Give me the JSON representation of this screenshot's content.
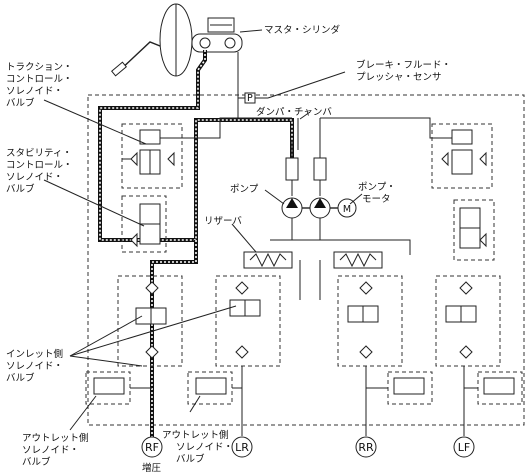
{
  "labels": {
    "master_cylinder": "マスタ・シリンダ",
    "brake_fluid_pressure_sensor": [
      "ブレーキ・フルード・",
      "プレッシャ・センサ"
    ],
    "sensor_symbol": "P",
    "traction_control_valve": [
      "トラクション・",
      "コントロール・",
      "ソレノイド・",
      "バルブ"
    ],
    "stability_control_valve": [
      "スタビリティ・",
      "コントロール・",
      "ソレノイド・",
      "バルブ"
    ],
    "damper_chamber": "ダンパ・チャンバ",
    "pump": "ポンプ",
    "pump_motor": [
      "ポンプ・",
      "モータ"
    ],
    "motor_symbol": "M",
    "reservoir": "リザーバ",
    "inlet_valve": [
      "インレット側",
      "ソレノイド・",
      "バルブ"
    ],
    "outlet_valve_left": [
      "アウトレット側",
      "ソレノイド・",
      "バルブ"
    ],
    "outlet_valve_right": [
      "アウトレット側",
      "ソレノイド・",
      "バルブ"
    ],
    "pressure_increase": "増圧"
  },
  "wheels": [
    "RF",
    "LR",
    "RR",
    "LF"
  ]
}
